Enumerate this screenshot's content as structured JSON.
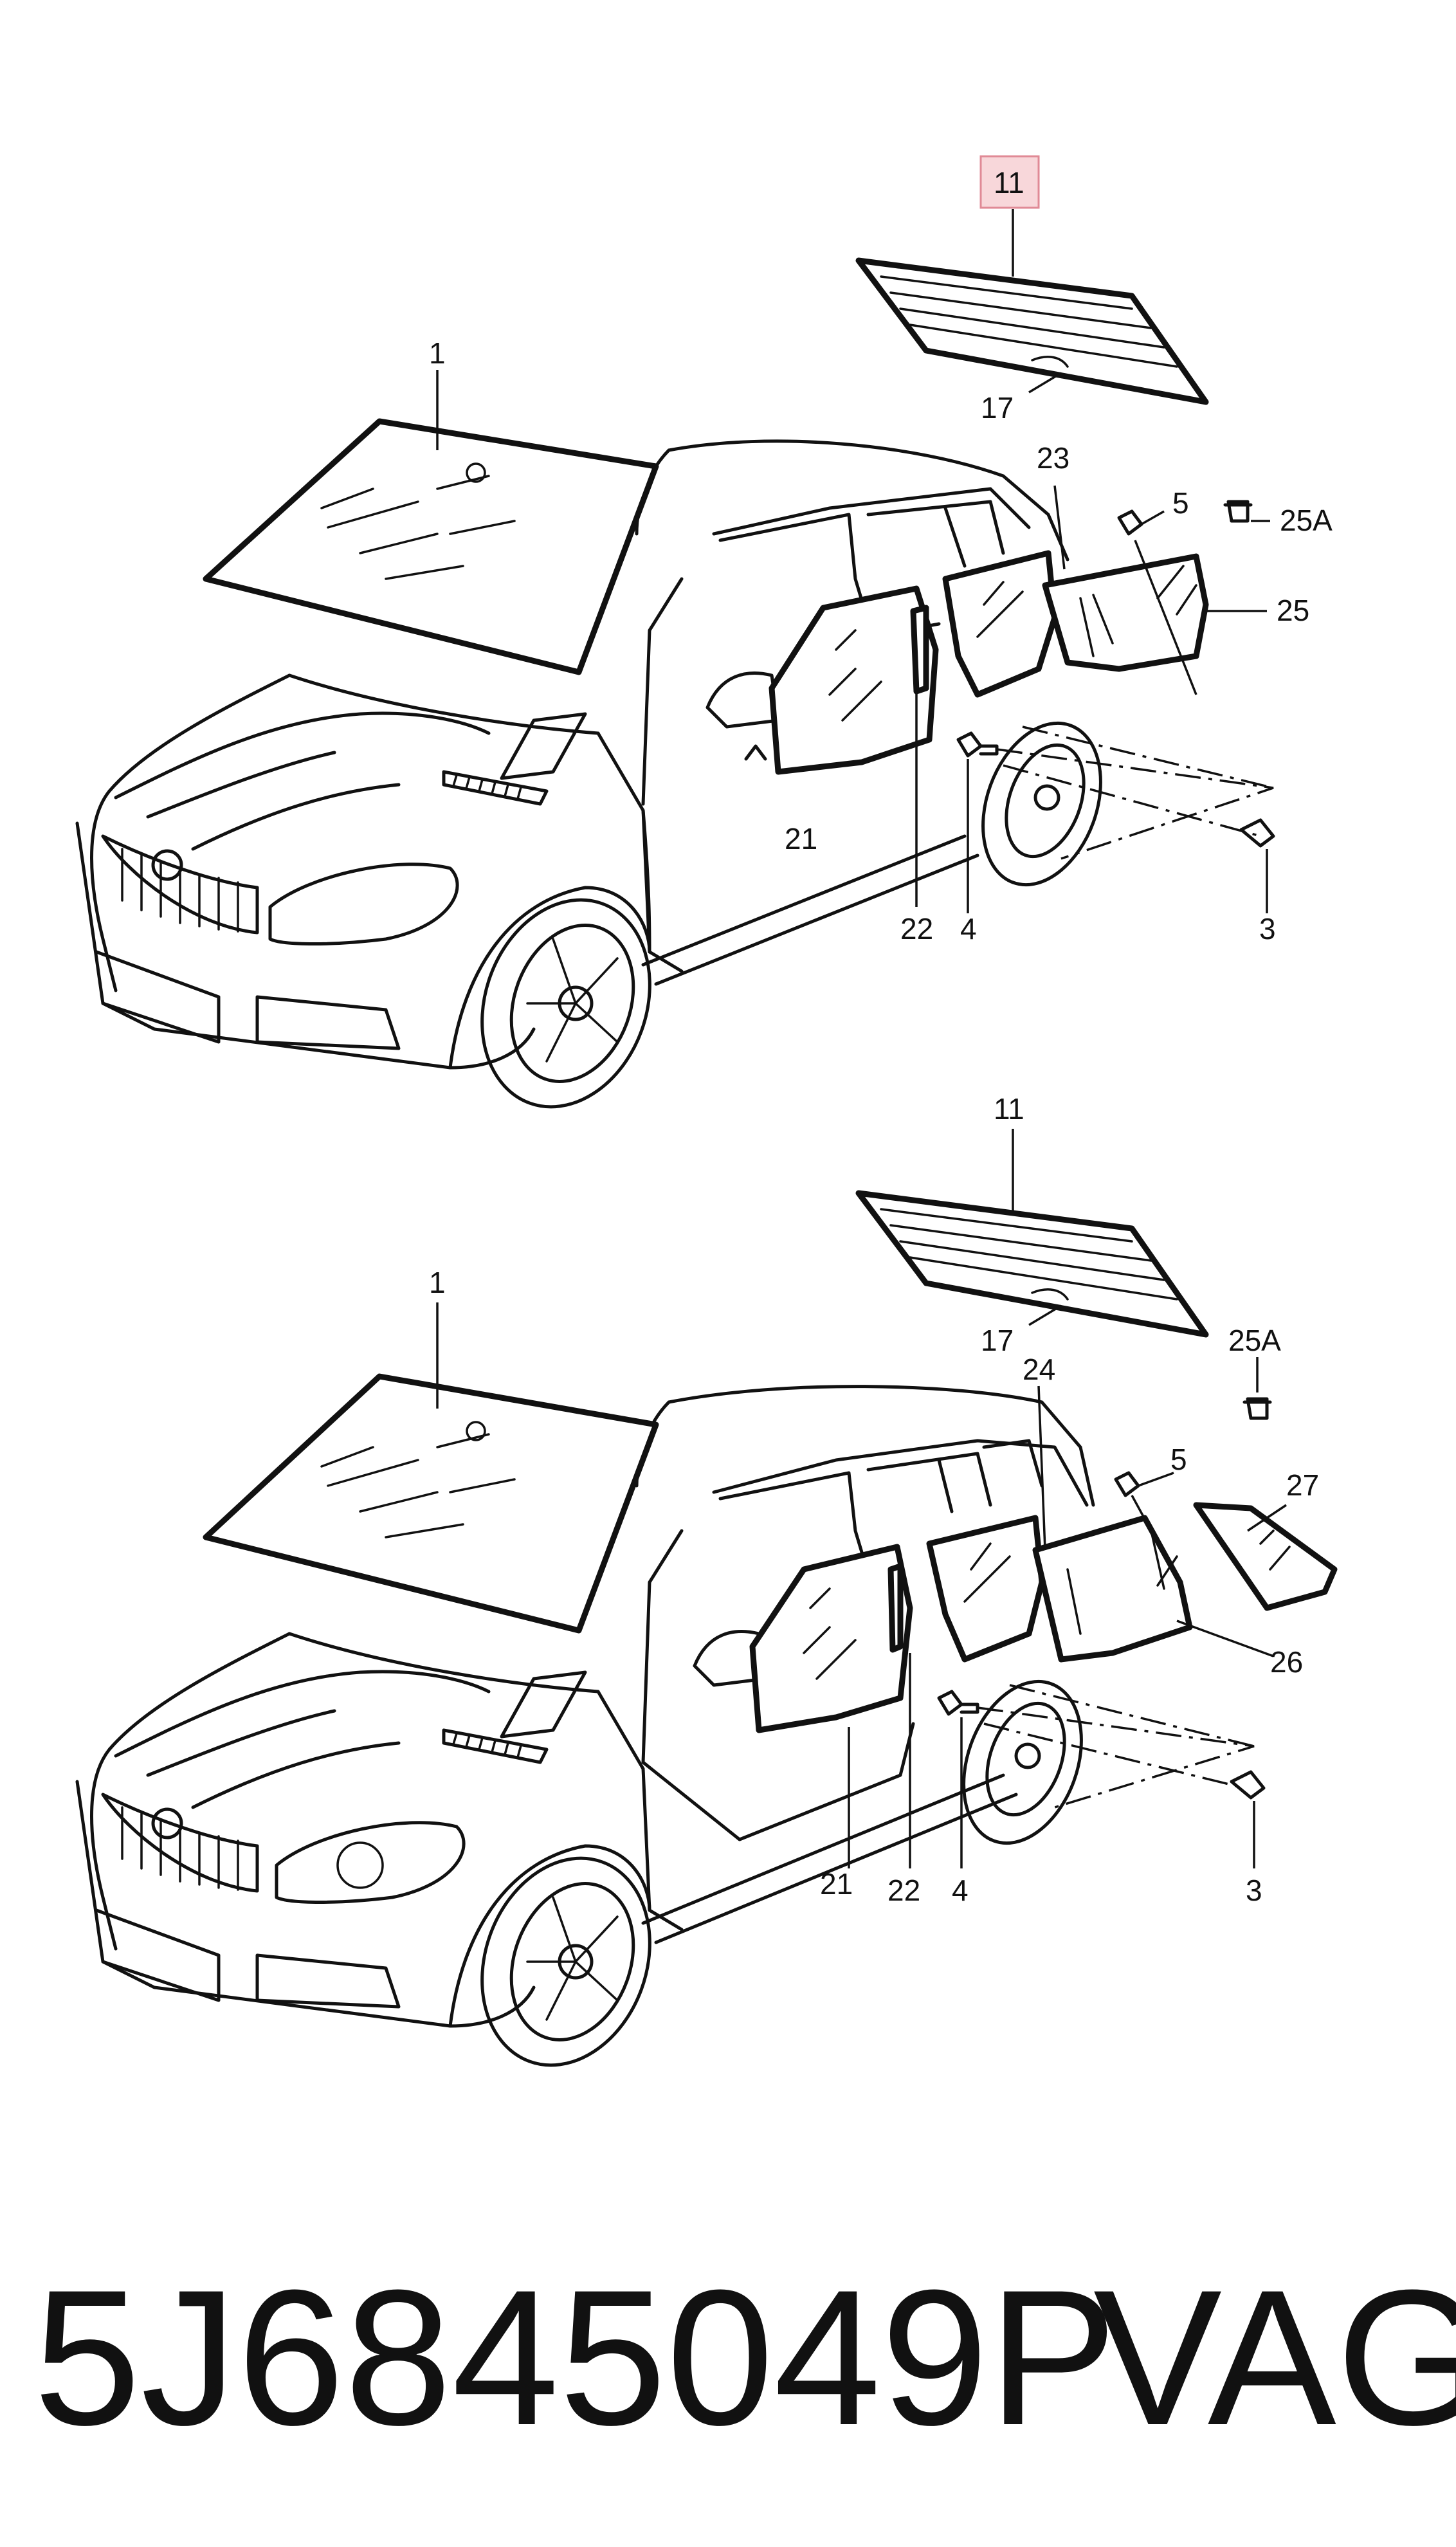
{
  "top_diagram": {
    "callouts": {
      "c11": "11",
      "c17": "17",
      "c1": "1",
      "c23": "23",
      "c5": "5",
      "c25A": "25A",
      "c25": "25",
      "c21": "21",
      "c22": "22",
      "c4": "4",
      "c3": "3"
    },
    "highlighted_callout": "11"
  },
  "bottom_diagram": {
    "callouts": {
      "c11": "11",
      "c17": "17",
      "c1": "1",
      "c24": "24",
      "c25A": "25A",
      "c5": "5",
      "c27": "27",
      "c26": "26",
      "c21": "21",
      "c22": "22",
      "c4": "4",
      "c3": "3"
    }
  },
  "footer": {
    "part_number": "5J6845049P",
    "brand": "VAG"
  },
  "colors": {
    "highlight_fill": "#f8d7da",
    "highlight_stroke": "#e08a96",
    "line": "#111111"
  }
}
